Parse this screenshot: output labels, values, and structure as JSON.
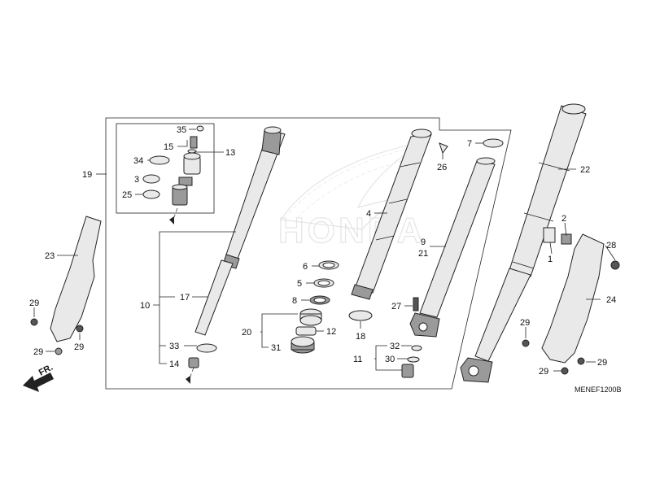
{
  "diagram": {
    "watermark": "HONDA",
    "diagram_code": "MENEF1200B",
    "direction_label": "FR.",
    "labels": [
      "35",
      "15",
      "13",
      "34",
      "3",
      "25",
      "19",
      "23",
      "29",
      "29",
      "29",
      "10",
      "17",
      "33",
      "14",
      "6",
      "5",
      "8",
      "20",
      "12",
      "31",
      "4",
      "18",
      "7",
      "26",
      "9",
      "21",
      "27",
      "32",
      "11",
      "30",
      "22",
      "2",
      "1",
      "28",
      "24",
      "29",
      "29",
      "29"
    ],
    "colors": {
      "line": "#222222",
      "part_fill": "#e9e9e9",
      "dark_fill": "#9a9a9a",
      "watermark": "#cfcfcf"
    }
  }
}
